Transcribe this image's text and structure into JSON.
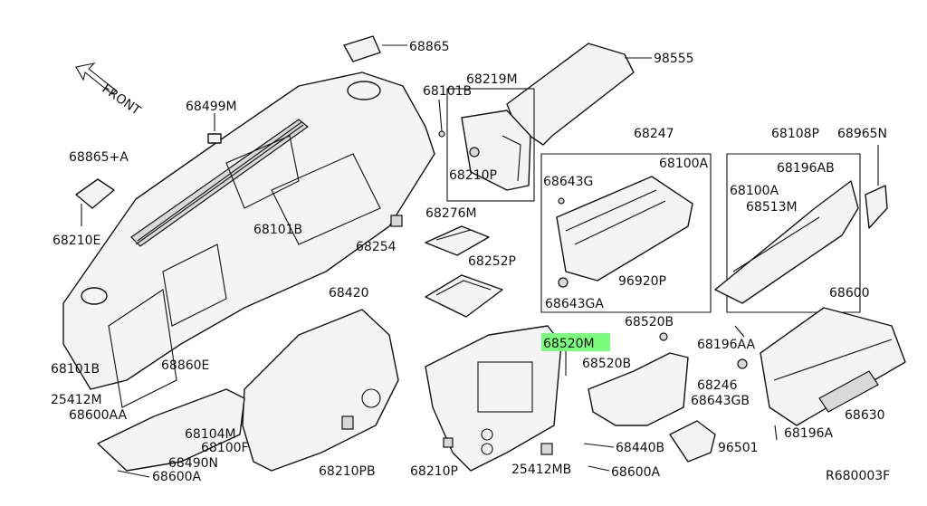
{
  "diagram": {
    "front_label": "FRONT",
    "ref_code": "R680003F",
    "highlight_color": "#7CFC7C",
    "highlighted_part": "68520M",
    "parts": {
      "p68865": "68865",
      "p98555": "98555",
      "p68499M": "68499M",
      "p68101B_top": "68101B",
      "p68219M": "68219M",
      "p68247": "68247",
      "p68108P": "68108P",
      "p68965N": "68965N",
      "p68865A": "68865+A",
      "p68100A_a": "68100A",
      "p68643G": "68643G",
      "p68196AB": "68196AB",
      "p68210P_a": "68210P",
      "p68100A_b": "68100A",
      "p68513M": "68513M",
      "p68276M": "68276M",
      "p68101B_mid": "68101B",
      "p68254": "68254",
      "p68210E": "68210E",
      "p68252P": "68252P",
      "p96920P": "96920P",
      "p68643GA": "68643GA",
      "p68420": "68420",
      "p68600": "68600",
      "p68520B_a": "68520B",
      "p68520M": "68520M",
      "p68196AA": "68196AA",
      "p68101B_left": "68101B",
      "p68860E": "68860E",
      "p68520B_b": "68520B",
      "p68246": "68246",
      "p68643GB": "68643GB",
      "p25412M": "25412M",
      "p68600AA": "68600AA",
      "p68630": "68630",
      "p68104M": "68104M",
      "p68100F": "68100F",
      "p68196A": "68196A",
      "p68440B": "68440B",
      "p96501": "96501",
      "p68490N": "68490N",
      "p68210PB": "68210PB",
      "p68210P_b": "68210P",
      "p25412MB": "25412MB",
      "p68600A_right": "68600A",
      "p68600A_left": "68600A"
    }
  }
}
